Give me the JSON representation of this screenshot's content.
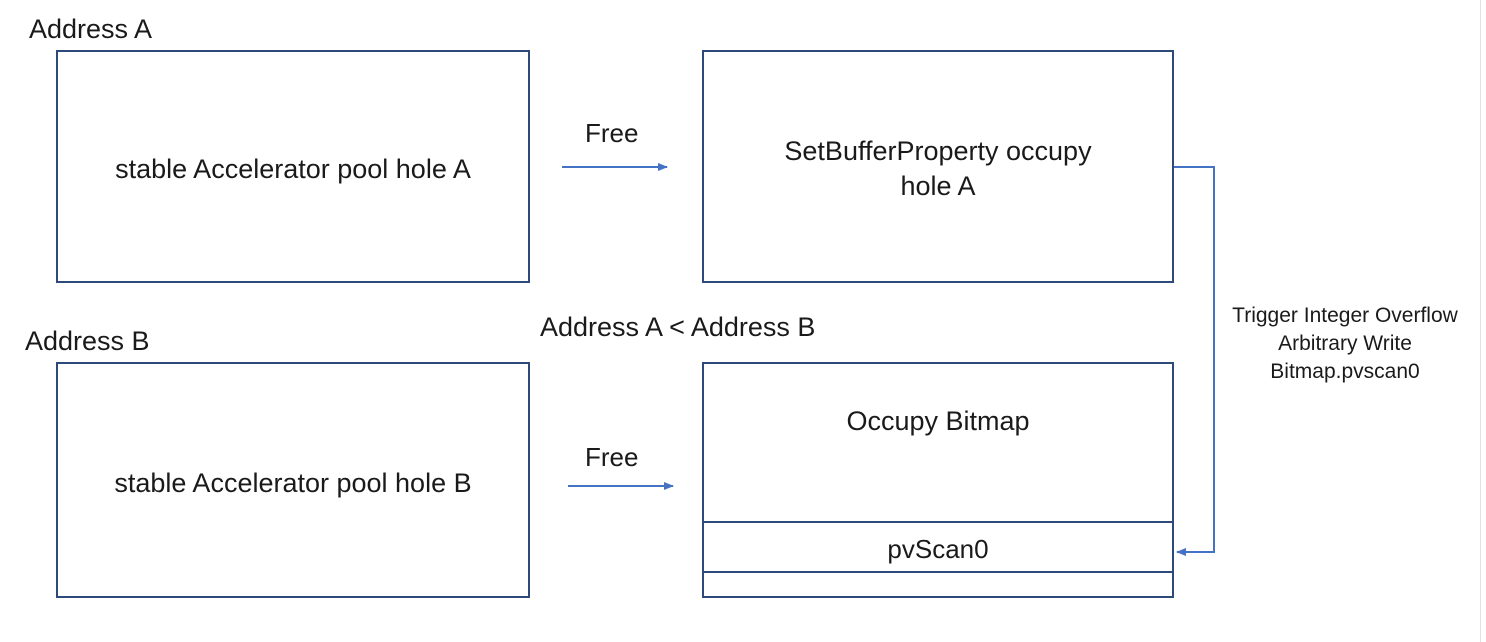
{
  "labels": {
    "address_a": "Address A",
    "address_b": "Address B",
    "compare": "Address A < Address B",
    "free_top": "Free",
    "free_bottom": "Free"
  },
  "boxes": {
    "hole_a": "stable Accelerator pool hole A",
    "hole_b": "stable Accelerator pool hole B",
    "setbuffer_line1": "SetBufferProperty occupy",
    "setbuffer_line2": "hole A",
    "bitmap": "Occupy Bitmap",
    "pvscan0": "pvScan0"
  },
  "side_note": {
    "line1": "Trigger Integer Overflow",
    "line2": "Arbitrary Write",
    "line3": "Bitmap.pvscan0"
  },
  "colors": {
    "box_border": "#2e4a7a",
    "arrow": "#4472c4"
  }
}
